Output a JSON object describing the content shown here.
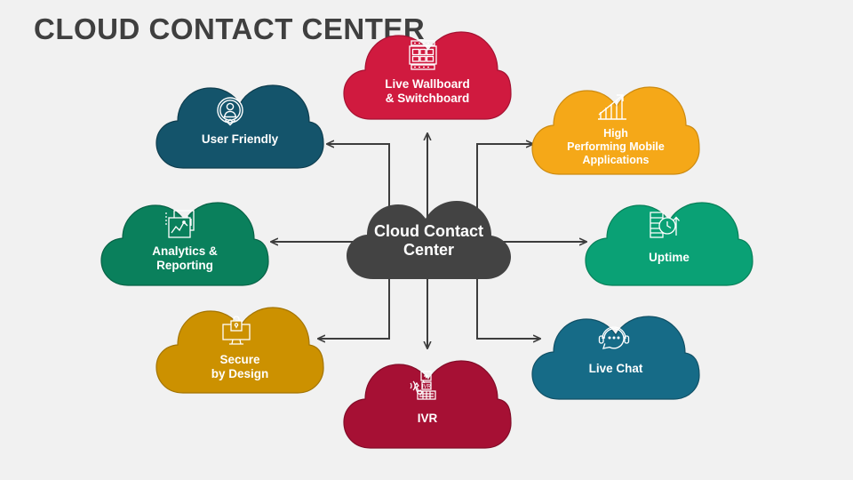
{
  "title": "CLOUD CONTACT CENTER",
  "background_color": "#f1f1f1",
  "title_color": "#3f3f3f",
  "connector_color": "#3d3d3d",
  "center": {
    "label": "Cloud Contact\nCenter",
    "color": "#434343",
    "icon": "none"
  },
  "nodes": [
    {
      "id": "user-friendly",
      "label": "User Friendly",
      "color": "#14546b",
      "icon": "user-badge-icon",
      "position": "top-left"
    },
    {
      "id": "live-wallboard-switchboard",
      "label": "Live Wallboard\n& Switchboard",
      "color": "#d01a3f",
      "icon": "switchboard-panel-icon",
      "position": "top-center"
    },
    {
      "id": "high-performing-mobile-applications",
      "label": "High\nPerforming Mobile\nApplications",
      "color": "#f5a818",
      "icon": "growth-chart-icon",
      "position": "top-right"
    },
    {
      "id": "analytics-reporting",
      "label": "Analytics &\nReporting",
      "color": "#0a805c",
      "icon": "report-chart-icon",
      "position": "middle-left"
    },
    {
      "id": "uptime",
      "label": "Uptime",
      "color": "#0aa175",
      "icon": "server-clock-icon",
      "position": "middle-right"
    },
    {
      "id": "secure-by-design",
      "label": "Secure\nby Design",
      "color": "#cc9100",
      "icon": "monitor-lock-icon",
      "position": "bottom-left"
    },
    {
      "id": "ivr",
      "label": "IVR",
      "color": "#a61034",
      "icon": "ivr-keypad-icon",
      "position": "bottom-center"
    },
    {
      "id": "live-chat",
      "label": "Live Chat",
      "color": "#166b87",
      "icon": "headset-chat-icon",
      "position": "bottom-right"
    }
  ]
}
